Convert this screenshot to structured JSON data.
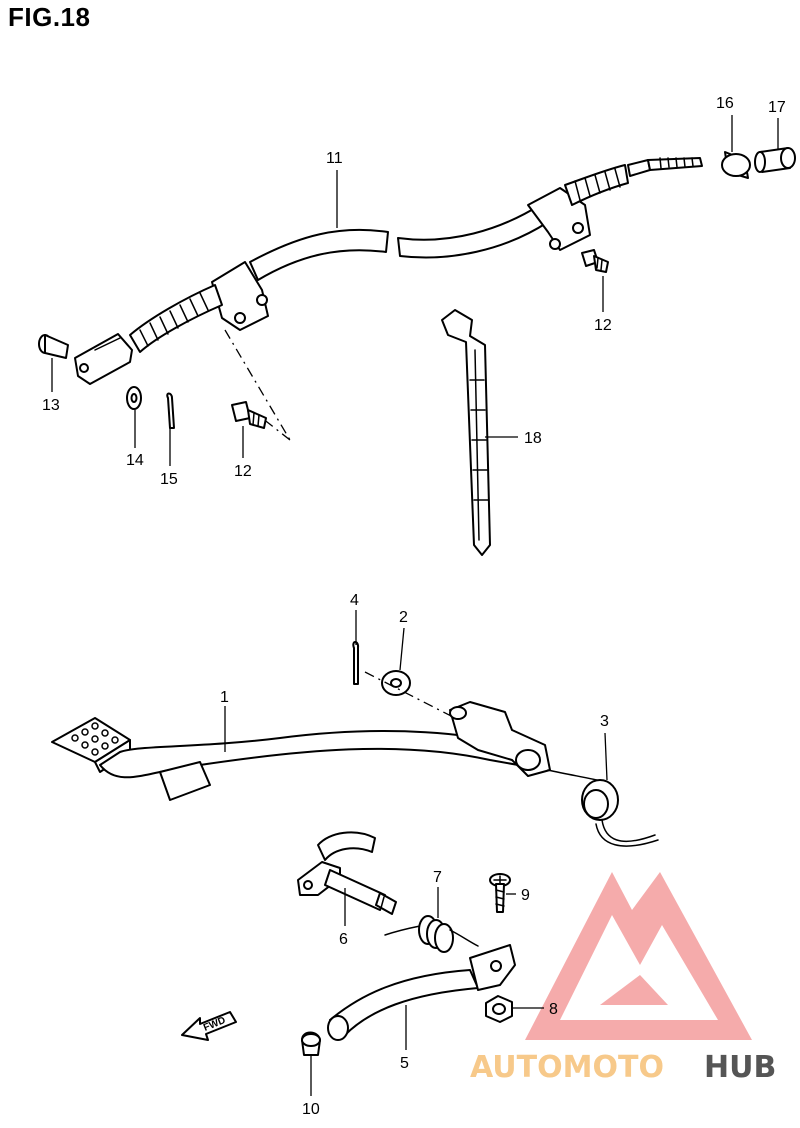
{
  "figure": {
    "title": "FIG.18"
  },
  "callouts": [
    {
      "id": "c1",
      "label": "1"
    },
    {
      "id": "c2",
      "label": "2"
    },
    {
      "id": "c3",
      "label": "3"
    },
    {
      "id": "c4",
      "label": "4"
    },
    {
      "id": "c5",
      "label": "5"
    },
    {
      "id": "c6",
      "label": "6"
    },
    {
      "id": "c7",
      "label": "7"
    },
    {
      "id": "c8",
      "label": "8"
    },
    {
      "id": "c9",
      "label": "9"
    },
    {
      "id": "c10",
      "label": "10"
    },
    {
      "id": "c11",
      "label": "11"
    },
    {
      "id": "c12a",
      "label": "12"
    },
    {
      "id": "c12b",
      "label": "12"
    },
    {
      "id": "c13",
      "label": "13"
    },
    {
      "id": "c14",
      "label": "14"
    },
    {
      "id": "c15",
      "label": "15"
    },
    {
      "id": "c16",
      "label": "16"
    },
    {
      "id": "c17",
      "label": "17"
    },
    {
      "id": "c18",
      "label": "18"
    }
  ],
  "direction_marker": {
    "label": "FWD"
  },
  "watermark": {
    "text_part1": "AUTOMOTO",
    "text_part2": "HUB",
    "color_primary": "#f4a3a3",
    "color_accent": "#f7c98a",
    "color_dark": "#555555"
  }
}
